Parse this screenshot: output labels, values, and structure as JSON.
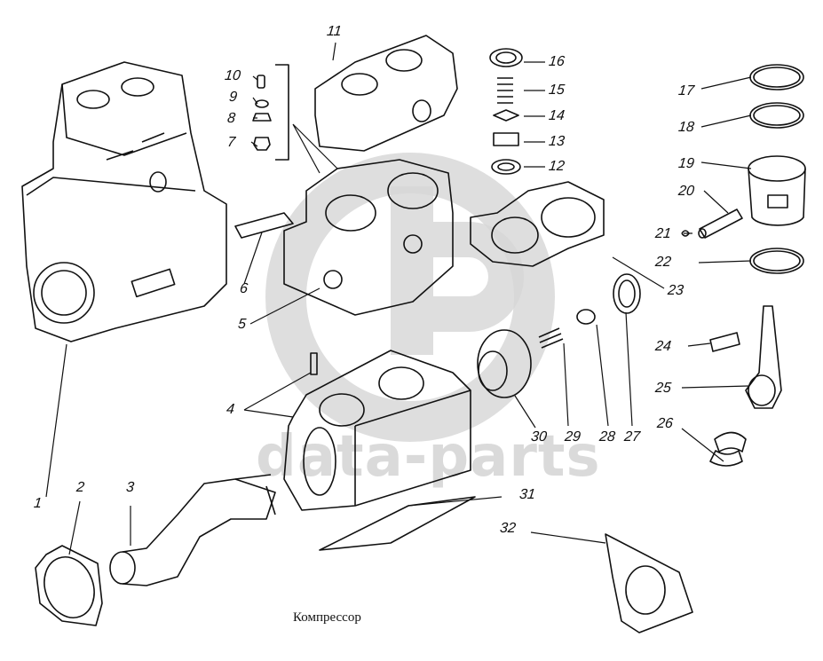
{
  "title": "Компрессор",
  "watermark": {
    "text": "data-parts",
    "logo": "db-circle-logo",
    "color": "#d4d4d4"
  },
  "ink_color": "#111111",
  "parts": [
    {
      "id": "1",
      "label": "1",
      "name": "compressor-assembly"
    },
    {
      "id": "2",
      "label": "2",
      "name": "gasket-round"
    },
    {
      "id": "3",
      "label": "3",
      "name": "crankshaft"
    },
    {
      "id": "4",
      "label": "4",
      "name": "crankcase-with-stud"
    },
    {
      "id": "5",
      "label": "5",
      "name": "cylinder-block"
    },
    {
      "id": "6",
      "label": "6",
      "name": "plate-gasket"
    },
    {
      "id": "7",
      "label": "7",
      "name": "valve-seat"
    },
    {
      "id": "8",
      "label": "8",
      "name": "valve-guide"
    },
    {
      "id": "9",
      "label": "9",
      "name": "valve-disc"
    },
    {
      "id": "10",
      "label": "10",
      "name": "valve-spring"
    },
    {
      "id": "11",
      "label": "11",
      "name": "cylinder-head"
    },
    {
      "id": "12",
      "label": "12",
      "name": "washer"
    },
    {
      "id": "13",
      "label": "13",
      "name": "valve-plug"
    },
    {
      "id": "14",
      "label": "14",
      "name": "valve-plate"
    },
    {
      "id": "15",
      "label": "15",
      "name": "spring"
    },
    {
      "id": "16",
      "label": "16",
      "name": "seal-ring"
    },
    {
      "id": "17",
      "label": "17",
      "name": "piston-ring-top"
    },
    {
      "id": "18",
      "label": "18",
      "name": "piston-ring-second"
    },
    {
      "id": "19",
      "label": "19",
      "name": "piston"
    },
    {
      "id": "20",
      "label": "20",
      "name": "piston-pin"
    },
    {
      "id": "21",
      "label": "21",
      "name": "retaining-clip"
    },
    {
      "id": "22",
      "label": "22",
      "name": "oil-ring"
    },
    {
      "id": "23",
      "label": "23",
      "name": "head-gasket"
    },
    {
      "id": "24",
      "label": "24",
      "name": "bushing"
    },
    {
      "id": "25",
      "label": "25",
      "name": "connecting-rod"
    },
    {
      "id": "26",
      "label": "26",
      "name": "bearing-shells"
    },
    {
      "id": "27",
      "label": "27",
      "name": "lock-washer"
    },
    {
      "id": "28",
      "label": "28",
      "name": "sleeve"
    },
    {
      "id": "29",
      "label": "29",
      "name": "spring-small"
    },
    {
      "id": "30",
      "label": "30",
      "name": "gear"
    },
    {
      "id": "31",
      "label": "31",
      "name": "base-gasket"
    },
    {
      "id": "32",
      "label": "32",
      "name": "flange-gasket"
    }
  ]
}
